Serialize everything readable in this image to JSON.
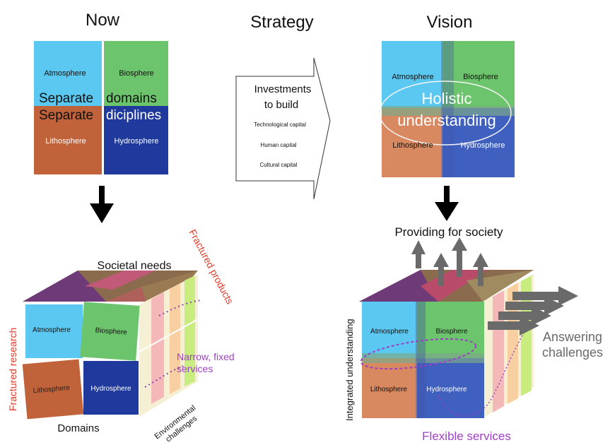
{
  "headings": {
    "now": "Now",
    "strategy": "Strategy",
    "vision": "Vision"
  },
  "now_grid": {
    "atmosphere": "Atmosphere",
    "biosphere": "Biosphere",
    "lithosphere": "Lithosphere",
    "hydrosphere": "Hydrosphere",
    "separate": "Separate",
    "domains": "domains",
    "disciplines": "diciplines"
  },
  "strategy_box": {
    "line1": "Investments",
    "line2": "to build",
    "items": [
      "Technological capital",
      "Human capital",
      "Cultural capital"
    ]
  },
  "vision_grid": {
    "atmosphere": "Atmosphere",
    "biosphere": "Biosphere",
    "lithosphere": "Lithosphere",
    "hydrosphere": "Hydrosphere",
    "holistic_line1": "Holistic",
    "holistic_line2": "understanding"
  },
  "now_cube": {
    "societal_needs": "Societal needs",
    "fractured_products": "Fractured products",
    "fractured_research": "Fractured research",
    "narrow_line1": "Narrow, fixed",
    "narrow_line2": "services",
    "domains": "Domains",
    "env_line1": "Environmental",
    "env_line2": "challenges",
    "atmosphere": "Atmosphere",
    "biosphere": "Biosphere",
    "lithosphere": "Lithosphere",
    "hydrosphere": "Hydrosphere"
  },
  "vision_cube": {
    "providing": "Providing for society",
    "integrated": "Integrated understanding",
    "answering_line1": "Answering",
    "answering_line2": "challenges",
    "flexible": "Flexible services",
    "atmosphere": "Atmosphere",
    "biosphere": "Biosphere",
    "lithosphere": "Lithosphere",
    "hydrosphere": "Hydrosphere"
  },
  "colors": {
    "atmosphere": "#5ac8f0",
    "biosphere": "#6cc46c",
    "lithosphere": "#c0623a",
    "hydrosphere": "#1f3a9c",
    "red_label": "#e03a2a",
    "purple_label": "#a040c8",
    "gray_arrow": "#6a6a6a"
  }
}
